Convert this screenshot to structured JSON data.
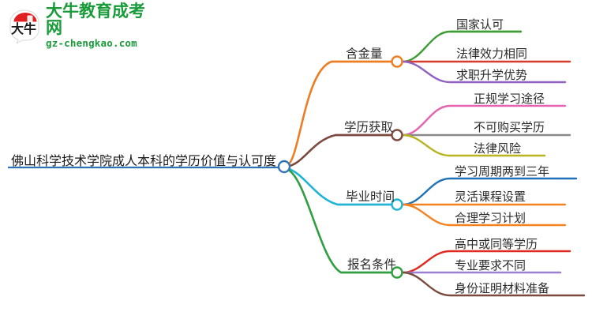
{
  "logo": {
    "mark_text": "大牛",
    "title": "大牛教育成考网",
    "subtitle": "gz-chengkao.com",
    "brand_color": "#199b3a",
    "mark_accent_color": "#e02020"
  },
  "mindmap": {
    "root": {
      "label": "佛山科学技术学院成人本科的学历价值与认可度",
      "color": "#2f75b5"
    },
    "branches": [
      {
        "label": "含金量",
        "color": "#ed7d23",
        "children": [
          {
            "label": "国家认可",
            "color": "#3f9c35"
          },
          {
            "label": "法律效力相同",
            "color": "#d83a2e"
          },
          {
            "label": "求职升学优势",
            "color": "#9061c2"
          }
        ]
      },
      {
        "label": "学历获取",
        "color": "#7b4a3f",
        "children": [
          {
            "label": "正规学习途径",
            "color": "#e563b0"
          },
          {
            "label": "不可购买学历",
            "color": "#8a8a8a"
          },
          {
            "label": "法律风险",
            "color": "#b8b521"
          }
        ]
      },
      {
        "label": "毕业时间",
        "color": "#22b4d4",
        "children": [
          {
            "label": "学习周期两到三年",
            "color": "#1f72b8"
          },
          {
            "label": "灵活课程设置",
            "color": "#f58220"
          },
          {
            "label": "合理学习计划",
            "color": "#f58220"
          }
        ]
      },
      {
        "label": "报名条件",
        "color": "#2f9e41",
        "children": [
          {
            "label": "高中或同等学历",
            "color": "#e02b20"
          },
          {
            "label": "专业要求不同",
            "color": "#9b7fd4"
          },
          {
            "label": "身份证明材料准备",
            "color": "#7b4a3f"
          }
        ]
      }
    ]
  }
}
